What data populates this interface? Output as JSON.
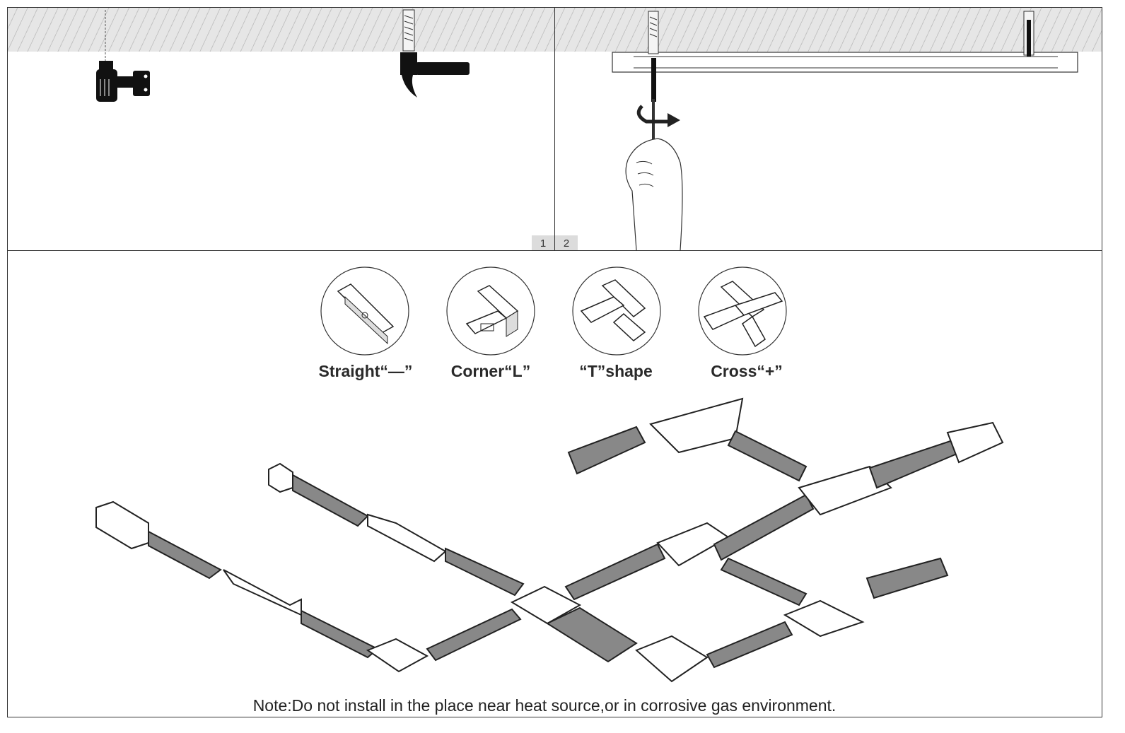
{
  "steps": {
    "step1": "1",
    "step2": "2"
  },
  "connectors": [
    {
      "label": "Straight“—”",
      "icon": "straight-connector-icon"
    },
    {
      "label": "Corner“L”",
      "icon": "corner-connector-icon"
    },
    {
      "label": "“T”shape",
      "icon": "t-connector-icon"
    },
    {
      "label": "Cross“+”",
      "icon": "cross-connector-icon"
    }
  ],
  "note": "Note:Do not install in the place near heat source,or in corrosive gas environment.",
  "illustrations": [
    "drill-icon",
    "hammer-icon",
    "screw-anchor-icon",
    "track-rail-icon",
    "hand-screwdriver-icon",
    "track-layout-diagram"
  ]
}
